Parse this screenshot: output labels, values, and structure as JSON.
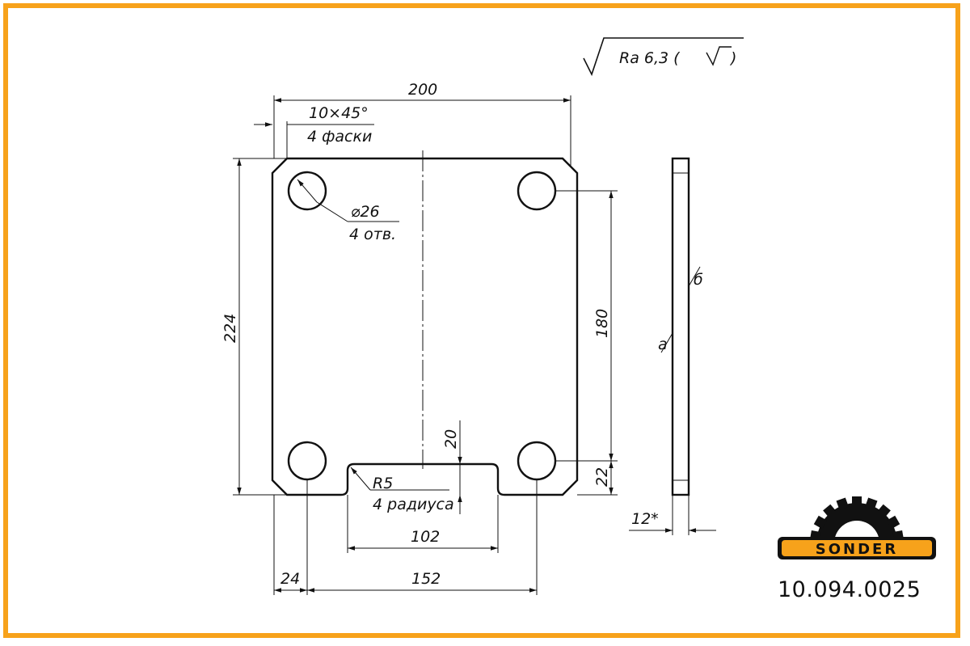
{
  "drawing": {
    "roughness": "Ra 6,3 (",
    "dim_overall_width": "200",
    "chamfer_size": "10×45°",
    "chamfer_note": "4 фаски",
    "hole_diameter": "⌀26",
    "hole_note": "4 отв.",
    "dim_height": "224",
    "dim_hole_spacing_vertical": "180",
    "dim_slot_depth": "20",
    "dim_hole_offset_bottom": "22",
    "slot_radius": "R5",
    "slot_radius_note": "4 радиуса",
    "dim_slot_width": "102",
    "dim_hole_offset_side": "24",
    "dim_hole_spacing_horizontal": "152",
    "dim_thickness": "12*",
    "side_marks": [
      "a",
      "б"
    ]
  },
  "brand": {
    "name": "SONDER",
    "part_number": "10.094.0025"
  },
  "colors": {
    "accent": "#f7a21b",
    "logo_fill": "#f7a21b",
    "line": "#111111"
  }
}
